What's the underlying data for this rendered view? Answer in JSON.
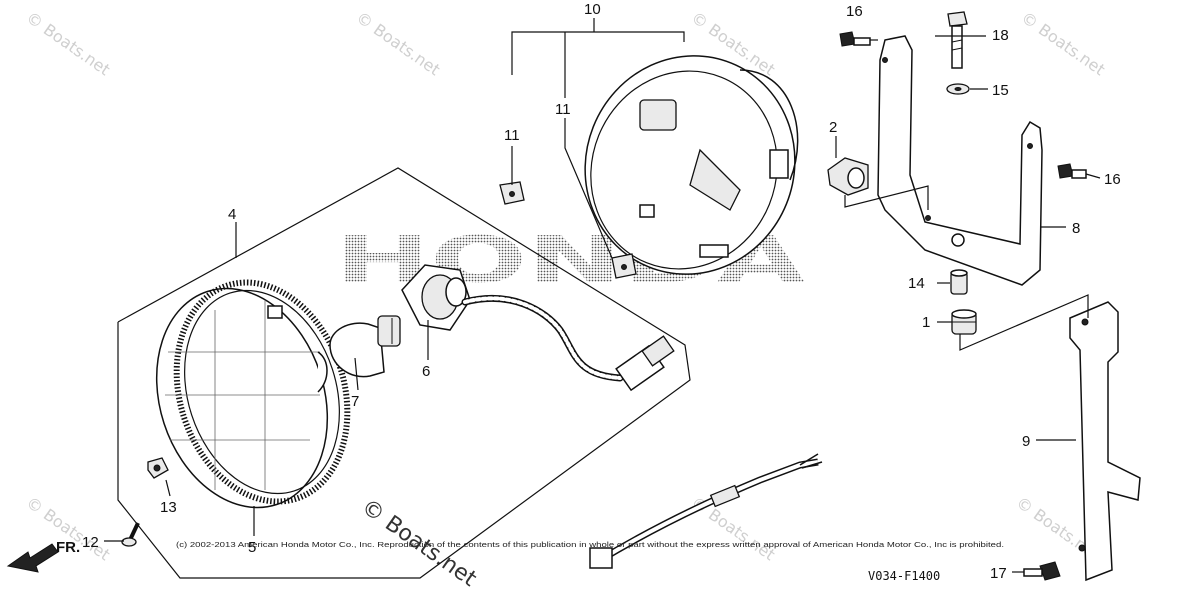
{
  "callouts": {
    "c1": "1",
    "c2": "2",
    "c4": "4",
    "c5": "5",
    "c6": "6",
    "c7": "7",
    "c8": "8",
    "c9": "9",
    "c10": "10",
    "c11a": "11",
    "c11b": "11",
    "c12": "12",
    "c13": "13",
    "c14": "14",
    "c15": "15",
    "c16a": "16",
    "c16b": "16",
    "c17": "17",
    "c18": "18"
  },
  "watermark": {
    "brand": "HONDA",
    "site": "© Boats.net",
    "site_small": "© Boats.net"
  },
  "copyright": "(c) 2002-2013 American Honda Motor Co., Inc. Reproduction of the contents of this publication in whole or part without the express written approval of American Honda Motor Co., Inc is prohibited.",
  "diagram_code": "V034-F1400",
  "direction_marker": "FR."
}
